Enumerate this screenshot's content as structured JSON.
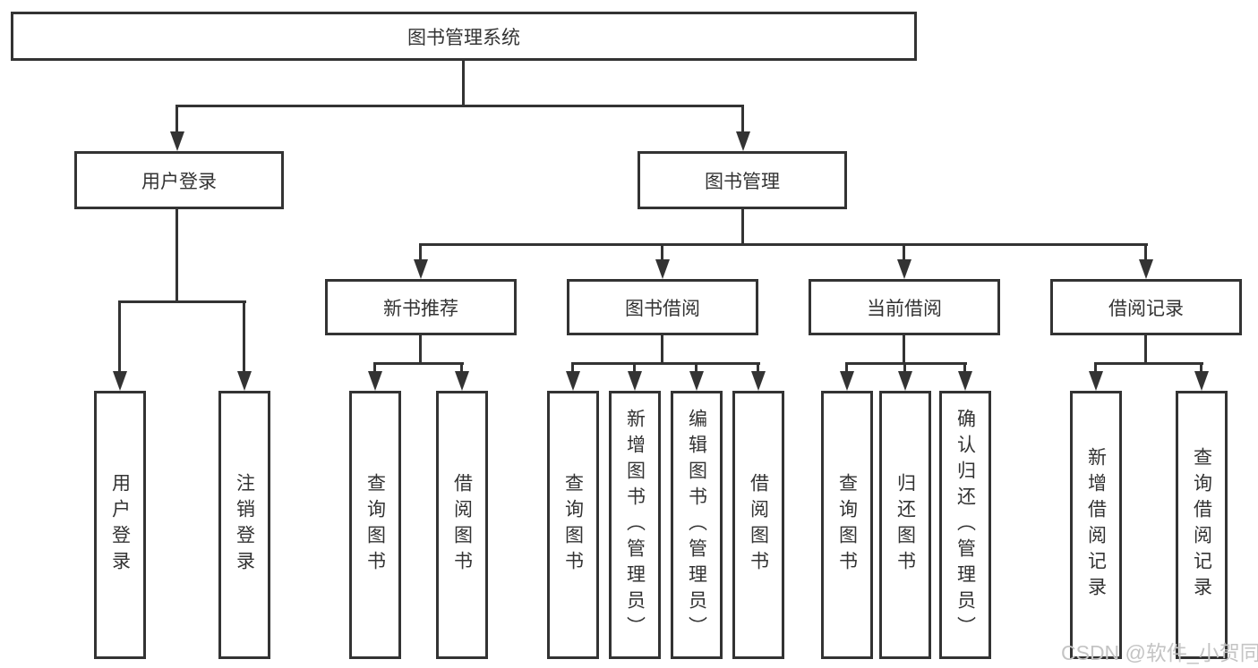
{
  "diagram": {
    "title": "图书管理系统",
    "level2": [
      {
        "label": "用户登录"
      },
      {
        "label": "图书管理"
      }
    ],
    "level3": [
      {
        "label": "新书推荐"
      },
      {
        "label": "图书借阅"
      },
      {
        "label": "当前借阅"
      },
      {
        "label": "借阅记录"
      }
    ],
    "leaves": [
      {
        "label": "用户登录"
      },
      {
        "label": "注销登录"
      },
      {
        "label": "查询图书"
      },
      {
        "label": "借阅图书"
      },
      {
        "label": "查询图书"
      },
      {
        "label": "新增图书（管理员）"
      },
      {
        "label": "编辑图书（管理员）"
      },
      {
        "label": "借阅图书"
      },
      {
        "label": "查询图书"
      },
      {
        "label": "归还图书"
      },
      {
        "label": "确认归还（管理员）"
      },
      {
        "label": "新增借阅记录"
      },
      {
        "label": "查询借阅记录"
      }
    ],
    "watermark": "CSDN @软件_小贺同学",
    "colors": {
      "line": "#333333",
      "text": "#333333",
      "watermark": "#c4c4c4",
      "background": "#ffffff"
    }
  }
}
